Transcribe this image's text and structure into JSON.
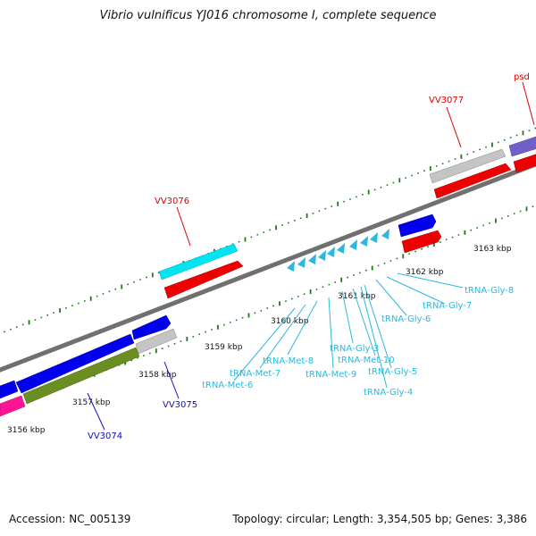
{
  "title": "Vibrio vulnificus YJ016 chromosome I, complete sequence",
  "footer": {
    "accession": "Accession: NC_005139",
    "topology": "Topology: circular; Length: 3,354,505 bp; Genes: 3,386"
  },
  "colors": {
    "backbone": "#7a7a7a",
    "tick": "#1a7a1a",
    "forward_label": "#e00000",
    "reverse_label": "#1010c0",
    "trna": "#2ab8e0"
  },
  "kbp_labels": [
    "3156 kbp",
    "3157 kbp",
    "3158 kbp",
    "3159 kbp",
    "3160 kbp",
    "3161 kbp",
    "3162 kbp",
    "3163 kbp"
  ],
  "gene_labels": {
    "vv3077": "VV3077",
    "psd": "psd",
    "vv3076": "VV3076",
    "vv3075": "VV3075",
    "vv3074": "VV3074"
  },
  "trna_labels": [
    "tRNA-Gly-8",
    "tRNA-Gly-7",
    "tRNA-Gly-6",
    "tRNA-Gly-3",
    "tRNA-Met-10",
    "tRNA-Gly-5",
    "tRNA-Gly-4",
    "tRNA-Met-9",
    "tRNA-Met-8",
    "tRNA-Met-7",
    "tRNA-Met-6"
  ]
}
